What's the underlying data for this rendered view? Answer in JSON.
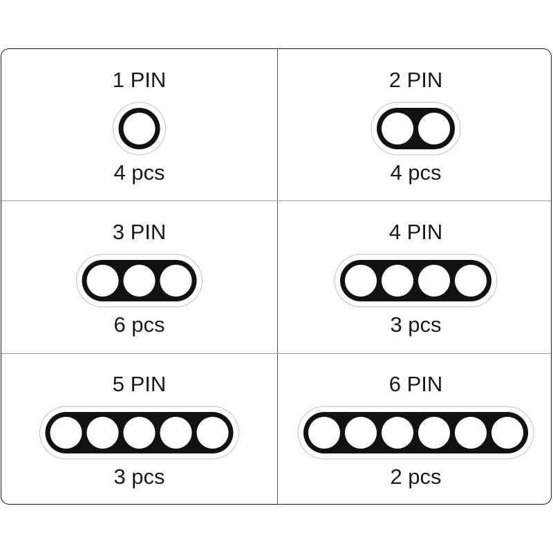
{
  "connectors": [
    {
      "title": "1 PIN",
      "quantity": "4 pcs",
      "pins": 1
    },
    {
      "title": "2 PIN",
      "quantity": "4 pcs",
      "pins": 2
    },
    {
      "title": "3 PIN",
      "quantity": "6 pcs",
      "pins": 3
    },
    {
      "title": "4 PIN",
      "quantity": "3 pcs",
      "pins": 4
    },
    {
      "title": "5 PIN",
      "quantity": "3 pcs",
      "pins": 5
    },
    {
      "title": "6 PIN",
      "quantity": "2 pcs",
      "pins": 6
    }
  ]
}
